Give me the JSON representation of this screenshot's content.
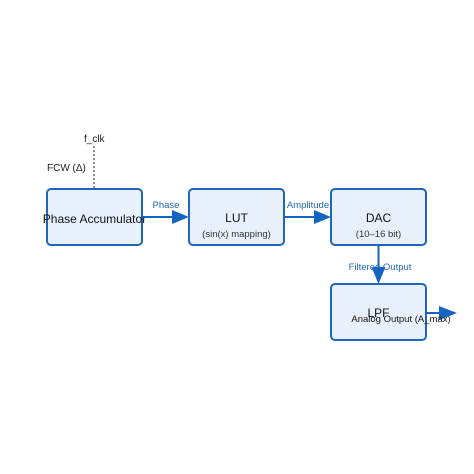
{
  "colors": {
    "box_fill": "#e8f1fb",
    "box_stroke": "#1f66b8",
    "edge": "#1565c0",
    "edge_label": "#1f66b8"
  },
  "inputs": {
    "clock": "f_clk",
    "fcw": "FCW (Δ)"
  },
  "blocks": {
    "phase_acc": {
      "title": "Phase Accumulator"
    },
    "lut": {
      "title": "LUT",
      "subtitle": "(sin(x) mapping)"
    },
    "dac": {
      "title": "DAC",
      "subtitle": "(10–16 bit)"
    },
    "lpf": {
      "title": "LPF"
    }
  },
  "edges": {
    "phase": "Phase",
    "amplitude": "Amplitude",
    "filtered": "Filtered Output",
    "output": "Analog Output (A_max)"
  }
}
